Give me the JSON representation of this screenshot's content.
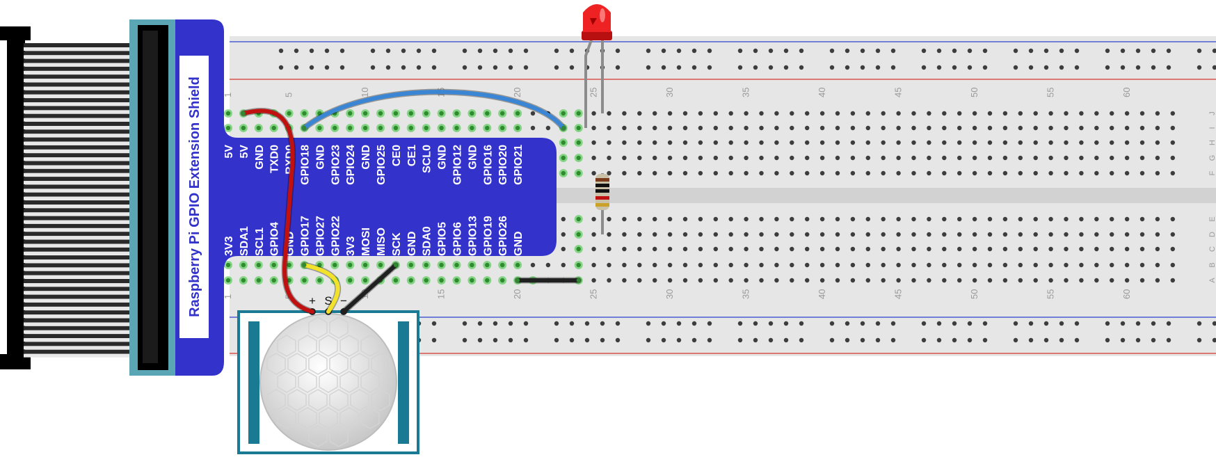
{
  "colors": {
    "background": "#ffffff",
    "breadboard": "#e6e6e6",
    "breadboard_groove": "#d2d2d2",
    "rail_red": "#d9534f",
    "rail_blue": "#4a5fd1",
    "hole": "#3d3d3d",
    "hole_active": "#35c435",
    "shield_blue": "#3333cc",
    "shield_frame": "#5aa6b5",
    "cable_dark": "#2a2a2a",
    "cable_light": "#e8e8e8",
    "wire_red": "#c01010",
    "wire_blue": "#3a86d4",
    "wire_yellow": "#f2e22a",
    "wire_black": "#202020",
    "led_red": "#ee2222",
    "lead_grey": "#8c8c8c",
    "resistor_body": "#c9c2a8",
    "pir_frame": "#1a7a93",
    "pir_board": "#ffffff",
    "pir_dome": "#e9e9e9"
  },
  "shield": {
    "title": "Raspberry Pi GPIO Extension Shield"
  },
  "breadboard": {
    "column_numbers": [
      "1",
      "5",
      "10",
      "15",
      "20",
      "25",
      "30",
      "35",
      "40",
      "45",
      "50",
      "55",
      "60"
    ],
    "column_positions": [
      1,
      5,
      10,
      15,
      20,
      25,
      30,
      35,
      40,
      45,
      50,
      55,
      60
    ],
    "rows_top": [
      "J",
      "I",
      "H",
      "G",
      "F"
    ],
    "rows_bottom": [
      "E",
      "D",
      "C",
      "B",
      "A"
    ],
    "num_columns": 63
  },
  "pins": {
    "top_row": [
      "5V",
      "5V",
      "GND",
      "TXD0",
      "RXD0",
      "GPIO18",
      "GND",
      "GPIO23",
      "GPIO24",
      "GND",
      "GPIO25",
      "CE0",
      "CE1",
      "SCL0",
      "GND",
      "GPIO12",
      "GND",
      "GPIO16",
      "GPIO20",
      "GPIO21"
    ],
    "bottom_row": [
      "3V3",
      "SDA1",
      "SCL1",
      "GPIO4",
      "GND",
      "GPIO17",
      "GPIO27",
      "GPIO22",
      "3V3",
      "MOSI",
      "MISO",
      "SCK",
      "GND",
      "SDA0",
      "GPIO5",
      "GPIO6",
      "GPIO13",
      "GPIO19",
      "GPIO26",
      "GND"
    ]
  },
  "pir_sensor": {
    "pin_labels": [
      "+",
      "S",
      "−"
    ]
  },
  "icons": {
    "led": "led-icon",
    "resistor": "resistor-icon",
    "pir": "pir-motion-sensor-icon",
    "ribbon": "ribbon-cable-icon"
  }
}
